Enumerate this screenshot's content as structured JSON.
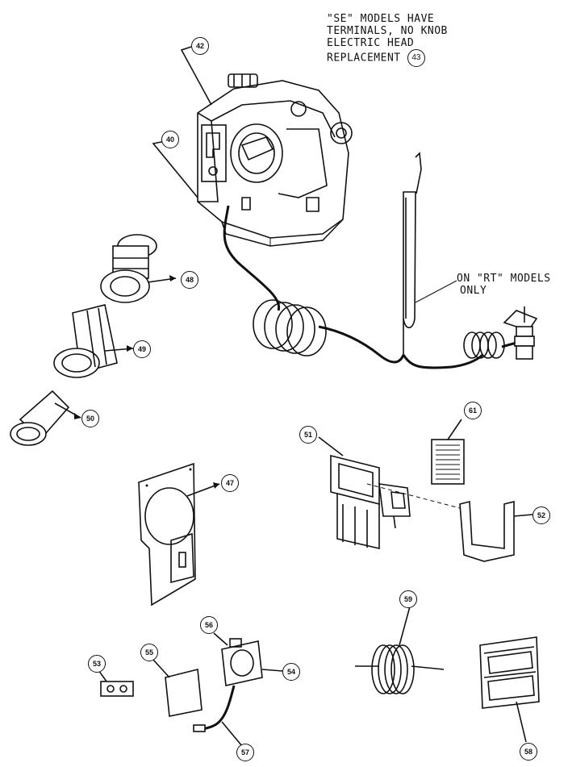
{
  "notes": {
    "se_lines": [
      "\"SE\" MODELS HAVE",
      "TERMINALS, NO KNOB",
      "ELECTRIC HEAD",
      "REPLACEMENT"
    ],
    "se_ref": "43",
    "rt_lines": [
      "ON \"RT\" MODELS",
      "ONLY"
    ]
  },
  "callouts": {
    "c40": "40",
    "c42": "42",
    "c47": "47",
    "c48": "48",
    "c49": "49",
    "c50": "50",
    "c51": "51",
    "c52": "52",
    "c53": "53",
    "c54": "54",
    "c55": "55",
    "c56": "56",
    "c57": "57",
    "c58": "58",
    "c59": "59",
    "c61": "61"
  }
}
